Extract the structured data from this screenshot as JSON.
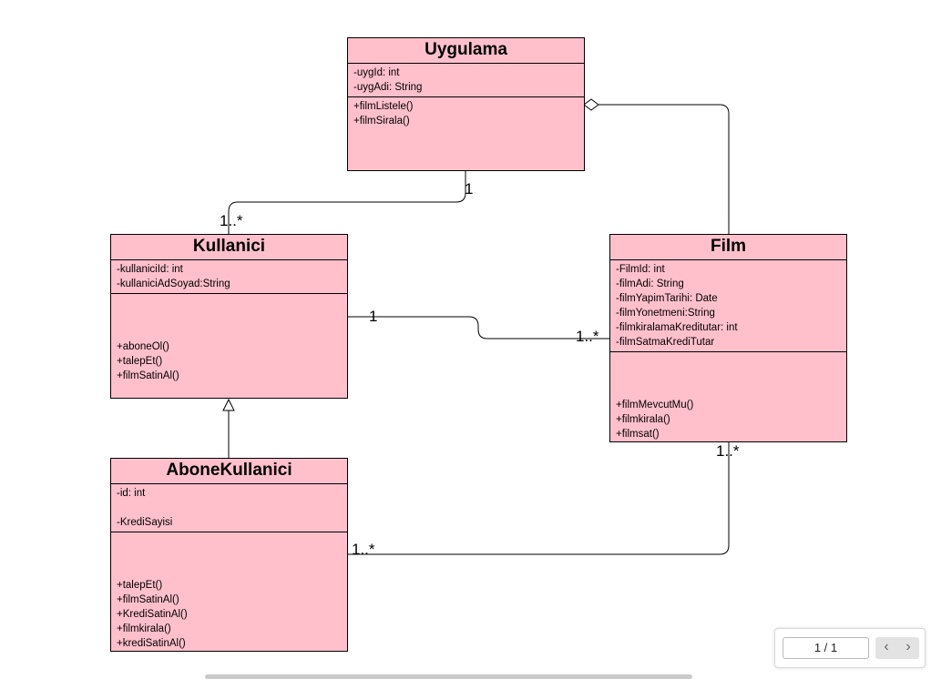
{
  "classes": {
    "uygulama": {
      "name": "Uygulama",
      "attributes": [
        "-uygId: int",
        "-uygAdi: String"
      ],
      "methods": [
        "+filmListele()",
        "+filmSirala()"
      ]
    },
    "kullanici": {
      "name": "Kullanici",
      "attributes": [
        "-kullaniciId: int",
        "-kullaniciAdSoyad:String"
      ],
      "methods": [
        "",
        "",
        "",
        "+aboneOl()",
        "+talepEt()",
        "+filmSatinAl()"
      ]
    },
    "film": {
      "name": "Film",
      "attributes": [
        "-FilmId: int",
        "-filmAdi: String",
        "-filmYapimTarihi: Date",
        "-filmYonetmeni:String",
        "-filmkiralamaKreditutar: int",
        "-filmSatmaKrediTutar"
      ],
      "methods": [
        "",
        "",
        "",
        "+filmMevcutMu()",
        "+filmkirala()",
        "+filmsat()"
      ]
    },
    "abone": {
      "name": "AboneKullanici",
      "attributes": [
        "-id: int",
        "",
        "-KrediSayisi"
      ],
      "methods": [
        "",
        "",
        "",
        "+talepEt()",
        "+filmSatinAl()",
        "+KrediSatinAl()",
        "+filmkirala()",
        "+krediSatinAl()"
      ]
    }
  },
  "multiplicities": {
    "uyg_kullanici_top": "1",
    "uyg_kullanici_bottom": "1..*",
    "kullanici_film_left": "1",
    "kullanici_film_right": "1..*",
    "film_abone_top": "1..*",
    "film_abone_left": "1..*"
  },
  "colors": {
    "class_fill": "#ffc0cb",
    "border": "#000000"
  },
  "viewer": {
    "page_indicator": "1 / 1",
    "prev_icon": "chevron-left",
    "next_icon": "chevron-right"
  }
}
